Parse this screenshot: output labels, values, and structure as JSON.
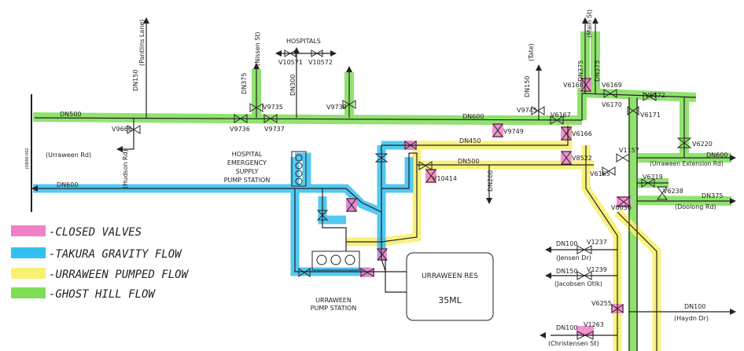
{
  "colors": {
    "closed": "#f080c8",
    "takura": "#33c0f0",
    "urraween": "#f8f070",
    "ghost": "#7ddd55"
  },
  "legend": [
    {
      "label": "-CLOSED VALVES",
      "color": "#f080c8"
    },
    {
      "label": "-TAKURA GRAVITY FLOW",
      "color": "#33c0f0"
    },
    {
      "label": "-URRAWEEN PUMPED FLOW",
      "color": "#f8f070"
    },
    {
      "label": "-GHOST HILL FLOW",
      "color": "#7ddd55"
    }
  ],
  "streets": {
    "pantlins": "(Pantlins Lane)",
    "nissen": "(Nissen St)",
    "tate": "(Tate)",
    "main": "(Main St)",
    "urraween_rd": "(Urraween Rd)",
    "hudson": "(Hudson Rd)",
    "urraween_ext": "(Urraween Extension Rd)",
    "doolong": "(Doolong Rd)",
    "jensen": "(Jensen Dr)",
    "jacobsen": "(Jacobsen Otlk)",
    "christensen": "(Christensen St)",
    "haydn": "(Haydn Dr)"
  },
  "pipes": {
    "dn500_top": "DN500",
    "dn600_left": "DN600",
    "dn150_pantlins": "DN150",
    "dn375_nissen": "DN375",
    "dn300": "DN300",
    "dn150_tate": "DN150",
    "dn375_main_a": "DN375",
    "dn375_main_b": "DN375",
    "dn600_mid": "DN600",
    "dn450": "DN450",
    "dn500_mid": "DN500",
    "dn200": "DN200",
    "dn600_ext": "DN600",
    "dn375_doolong": "DN375",
    "dn100_jensen": "DN100",
    "dn150_jacobsen": "DN150",
    "dn100_christensen": "DN100",
    "dn100_haydn": "DN100",
    "side_mark": "JOB48-002"
  },
  "hospitals": {
    "title": "HOSPITALS",
    "v_left": "V10571",
    "v_right": "V10572"
  },
  "valves": {
    "v9666": "V9666",
    "v9735": "V9735",
    "v9736": "V9736",
    "v9737": "V9737",
    "v9739": "V9739",
    "v9745": "V9745",
    "v9749": "V9749",
    "v6167": "V6167",
    "v6166": "V6166",
    "v6168": "V6168",
    "v6169": "V6169",
    "v6170": "V6170",
    "v6172": "V6172",
    "v6171": "V6171",
    "v6220": "V6220",
    "v1157": "V1157",
    "v8522": "V8522",
    "v10414": "V10414",
    "v6165": "V6165",
    "v6219": "V6219",
    "v6238": "V6238",
    "v0036": "V0036",
    "v1237": "V1237",
    "v1239": "V1239",
    "v6255": "V6255",
    "v1263": "V1263"
  },
  "stations": {
    "hospital_1": "HOSPITAL",
    "hospital_2": "EMERGENCY",
    "hospital_3": "SUPPLY",
    "hospital_4": "PUMP STATION",
    "urraween_1": "URRAWEEN",
    "urraween_2": "PUMP STATION"
  },
  "reservoir": {
    "name": "URRAWEEN RES",
    "capacity": "35ML"
  }
}
